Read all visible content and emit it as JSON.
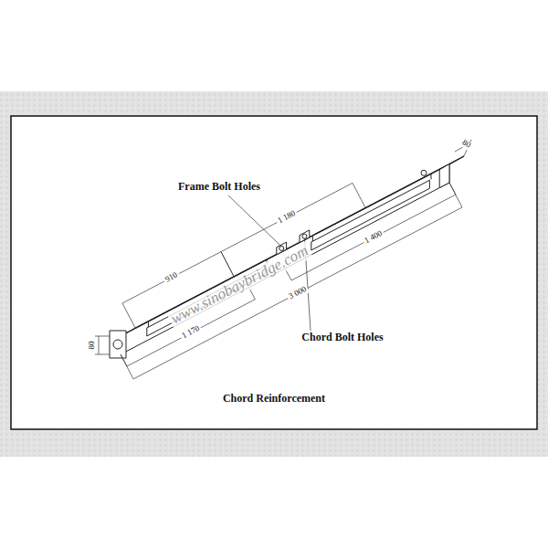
{
  "diagram": {
    "caption": "Chord Reinforcement",
    "labels": [
      "Frame Bolt Holes",
      "80",
      "1 180",
      "910",
      "1 400",
      "www.sinobaybridge.com",
      "80",
      "Chord Bolt Holes",
      "1 170",
      "3 000"
    ]
  }
}
